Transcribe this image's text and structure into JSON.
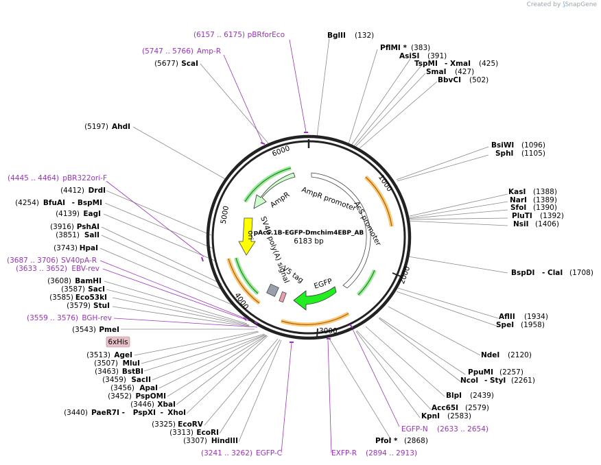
{
  "watermark": {
    "prefix": "Created by",
    "brand": "SnapGene"
  },
  "plasmid": {
    "name": "pAcS.1B-EGFP-Dmchim4EBP_AB",
    "size": "6183 bp"
  },
  "ticks": [
    "1000",
    "2000",
    "3000",
    "4000",
    "5000",
    "6000"
  ],
  "features": [
    "AmpR promoter",
    "AmpR",
    "AcS promoter",
    "ori",
    "SV40 poly(A) signal",
    "V5 tag",
    "EGFP"
  ],
  "sites": [
    {
      "name": "BglII",
      "pos": "(132)"
    },
    {
      "name": "PflMI *",
      "pos": "(383)"
    },
    {
      "name": "AsiSI",
      "pos": "(391)"
    },
    {
      "name": "TspMI",
      "pos": "",
      "name2": "XmaI",
      "pos2": "(425)"
    },
    {
      "name": "SmaI",
      "pos": "(427)"
    },
    {
      "name": "BbvCI",
      "pos": "(502)"
    },
    {
      "name": "BsiWI",
      "pos": "(1096)"
    },
    {
      "name": "SphI",
      "pos": "(1105)"
    },
    {
      "name": "KasI",
      "pos": "(1388)"
    },
    {
      "name": "NarI",
      "pos": "(1389)"
    },
    {
      "name": "SfoI",
      "pos": "(1390)"
    },
    {
      "name": "PluTI",
      "pos": "(1392)"
    },
    {
      "name": "NsiI",
      "pos": "(1406)"
    },
    {
      "name": "BspDI",
      "pos": "",
      "name2": "ClaI",
      "pos2": "(1708)"
    },
    {
      "name": "AflII",
      "pos": "(1934)"
    },
    {
      "name": "SpeI",
      "pos": "(1958)"
    },
    {
      "name": "NdeI",
      "pos": "(2120)"
    },
    {
      "name": "PpuMI",
      "pos": "(2257)"
    },
    {
      "name": "NcoI",
      "pos": "",
      "name2": "StyI",
      "pos2": "(2261)"
    },
    {
      "name": "BlpI",
      "pos": "(2439)"
    },
    {
      "name": "Acc65I",
      "pos": "(2579)"
    },
    {
      "name": "KpnI",
      "pos": "(2583)"
    },
    {
      "name": "PfoI *",
      "pos": "(2868)"
    },
    {
      "name": "HindIII",
      "pos": "(3307)"
    },
    {
      "name": "EcoRI",
      "pos": "(3313)"
    },
    {
      "name": "EcoRV",
      "pos": "(3325)"
    },
    {
      "name": "PaeR7I",
      "pos": "(3440)",
      "name2": "PspXI",
      "name3": "XhoI"
    },
    {
      "name": "XbaI",
      "pos": "(3446)"
    },
    {
      "name": "PspOMI",
      "pos": "(3452)"
    },
    {
      "name": "ApaI",
      "pos": "(3456)"
    },
    {
      "name": "SacII",
      "pos": "(3459)"
    },
    {
      "name": "BstBI",
      "pos": "(3463)"
    },
    {
      "name": "MluI",
      "pos": "(3507)"
    },
    {
      "name": "AgeI",
      "pos": "(3513)"
    },
    {
      "name": "PmeI",
      "pos": "(3543)"
    },
    {
      "name": "StuI",
      "pos": "(3579)"
    },
    {
      "name": "Eco53kI",
      "pos": "(3585)"
    },
    {
      "name": "SacI",
      "pos": "(3587)"
    },
    {
      "name": "BamHI",
      "pos": "(3608)"
    },
    {
      "name": "HpaI",
      "pos": "(3743)"
    },
    {
      "name": "SalI",
      "pos": "(3851)"
    },
    {
      "name": "PshAI",
      "pos": "(3916)"
    },
    {
      "name": "EagI",
      "pos": "(4139)"
    },
    {
      "name": "BfuAI",
      "pos": "(4254)",
      "name2": "BspMI"
    },
    {
      "name": "DrdI",
      "pos": "(4412)"
    },
    {
      "name": "AhdI",
      "pos": "(5197)"
    },
    {
      "name": "ScaI",
      "pos": "(5677)"
    }
  ],
  "primers": [
    {
      "name": "pBRforEco",
      "range": "(6157 .. 6175)"
    },
    {
      "name": "Amp-R",
      "range": "(5747 .. 5766)"
    },
    {
      "name": "pBR322ori-F",
      "range": "(4445 .. 4464)"
    },
    {
      "name": "SV40pA-R",
      "range": "(3687 .. 3706)"
    },
    {
      "name": "EBV-rev",
      "range": "(3633 .. 3652)"
    },
    {
      "name": "BGH-rev",
      "range": "(3559 .. 3576)"
    },
    {
      "name": "EGFP-N",
      "range": "(2633 .. 2654)"
    },
    {
      "name": "EGFP-C",
      "range": "(3241 .. 3262)"
    },
    {
      "name": "EXFP-R",
      "range": "(2894 .. 2913)"
    }
  ],
  "tag_box": "6xHis",
  "colors": {
    "primer": "#9b30c0",
    "green": "#22cc22",
    "ori": "#ffff00",
    "orange": "#f0a030",
    "tag": "#e8c0c8"
  }
}
